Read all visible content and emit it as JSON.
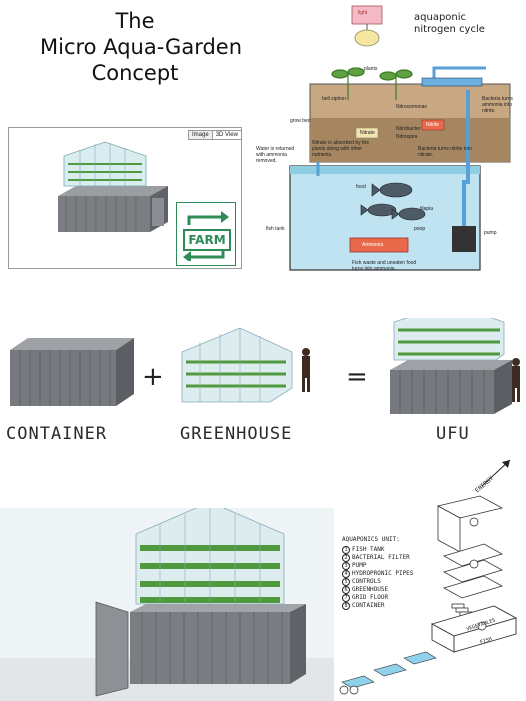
{
  "title": {
    "line1": "The",
    "line2": "Micro Aqua-Garden",
    "line3": "Concept"
  },
  "render_panel": {
    "tab_image": "Image",
    "tab_3d": "3D View",
    "logo_text": "FARM"
  },
  "nitrogen_cycle": {
    "title_line1": "aquaponic",
    "title_line2": "nitrogen cycle",
    "light": "light",
    "plants": "plants",
    "grow_bed": "grow bed",
    "bell_siphon": "bell siphon",
    "nitrosomonas": "Nitrosomonas",
    "nitrate": "Nitrate",
    "nitrobacter": "Nitrobacter",
    "nitrite": "Nitrite",
    "nitrospira": "Nitrospira",
    "bacteria_ammonia": "Bacteria turns ammonia into nitrite.",
    "bacteria_nitrite": "Bacteria turns nitrite into nitrate.",
    "water_returned": "Water is returned with ammonia removed.",
    "nitrate_absorbed": "Nitrate is absorbed by the plants along with other nutrients.",
    "food": "food",
    "tilapia": "tilapia",
    "poop": "poop",
    "fish_tank": "fish tank",
    "ammonia": "Ammonia",
    "pump": "pump",
    "fish_waste": "Fish waste and uneaten food turns into ammonia."
  },
  "equation": {
    "container": "CONTAINER",
    "plus": "+",
    "greenhouse": "GREENHOUSE",
    "equals": "=",
    "ufu": "UFU"
  },
  "units": {
    "title": "AQUAPONICS UNIT:",
    "items": [
      {
        "num": "1",
        "label": "FISH TANK"
      },
      {
        "num": "2",
        "label": "BACTERIAL FILTER"
      },
      {
        "num": "3",
        "label": "PUMP"
      },
      {
        "num": "4",
        "label": "HYDROPRONIC PIPES"
      },
      {
        "num": "5",
        "label": "CONTROLS"
      },
      {
        "num": "6",
        "label": "GREENHOUSE"
      },
      {
        "num": "7",
        "label": "GRID FLOOR"
      },
      {
        "num": "8",
        "label": "CONTAINER"
      }
    ],
    "energy": "ENERGY",
    "vegetables": "VEGETABLES",
    "fish": "FISH"
  },
  "colors": {
    "container": "#6f7377",
    "glass": "#cfe6ea",
    "plant": "#4e9a3c",
    "farm": "#2e8b57",
    "water": "#bfe3f0",
    "pipe": "#5aa0d8"
  }
}
